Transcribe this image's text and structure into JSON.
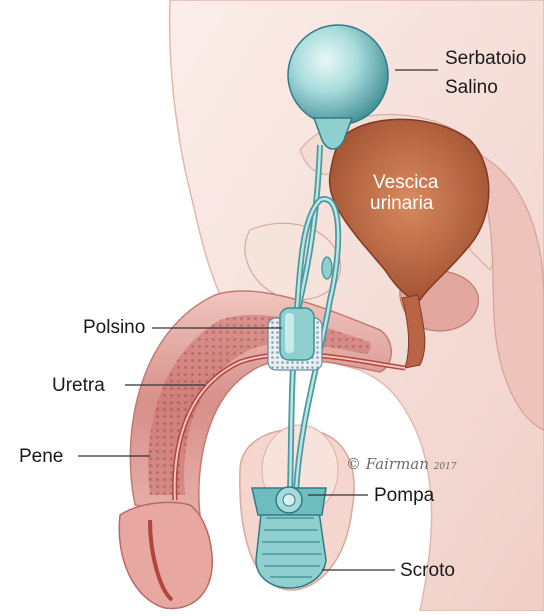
{
  "labels": {
    "reservoir_line1": "Serbatoio",
    "reservoir_line2": "Salino",
    "bladder_line1": "Vescica",
    "bladder_line2": "urinaria",
    "cuff": "Polsino",
    "urethra": "Uretra",
    "penis": "Pene",
    "pump": "Pompa",
    "scrotum": "Scroto"
  },
  "signature": {
    "symbol": "©",
    "name": "Fairman",
    "year": "2017"
  },
  "colors": {
    "skin_light": "#f6dcd6",
    "skin_mid": "#e8b6ac",
    "tissue_pink": "#d98a86",
    "tissue_deep": "#b5544f",
    "bladder": "#b8603c",
    "device_teal": "#8fcfd0",
    "device_teal_dark": "#4b9aa0",
    "leader_line": "#333333"
  }
}
